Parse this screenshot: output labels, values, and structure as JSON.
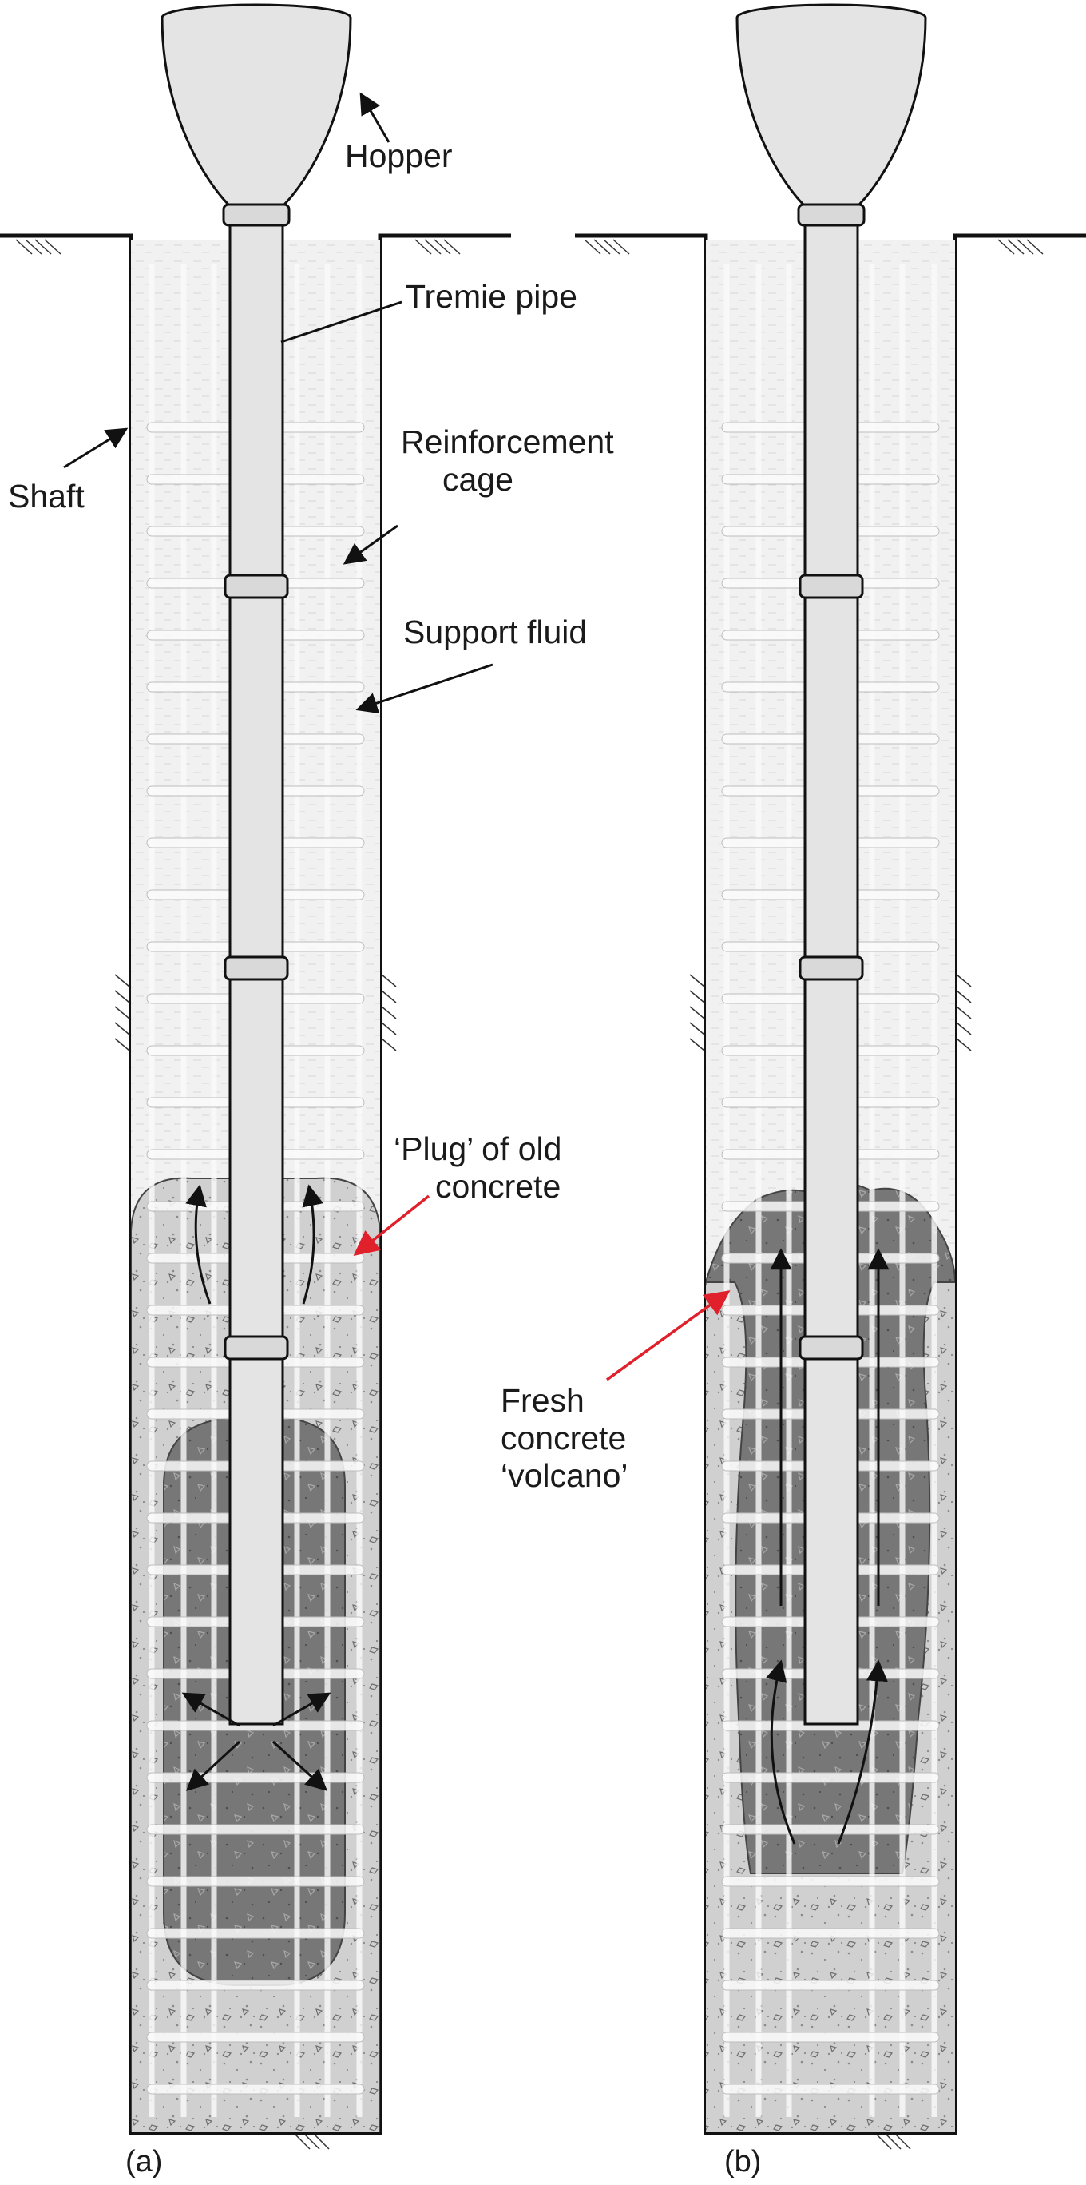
{
  "figure": {
    "panel_a": {
      "caption": "(a)",
      "labels": {
        "hopper": "Hopper",
        "tremie_pipe": "Tremie pipe",
        "shaft": "Shaft",
        "reinforcement_cage": [
          "Reinforcement",
          "cage"
        ],
        "support_fluid": "Support fluid",
        "plug": [
          "‘Plug’ of old",
          "concrete"
        ]
      }
    },
    "panel_b": {
      "caption": "(b)",
      "labels": {
        "volcano": [
          "Fresh",
          "concrete",
          "‘volcano’"
        ]
      }
    },
    "colors": {
      "outline": "#111111",
      "support_fluid": "#f1f1f1",
      "old_concrete": "#d0d0d0",
      "fresh_concrete": "#777777",
      "pipe": "#e4e4e4",
      "rebar": "#fafafa",
      "pointer_highlight": "#e0202a"
    },
    "icons": [
      "hopper-icon",
      "ground-hatch-icon",
      "flow-arrow-icon"
    ]
  }
}
